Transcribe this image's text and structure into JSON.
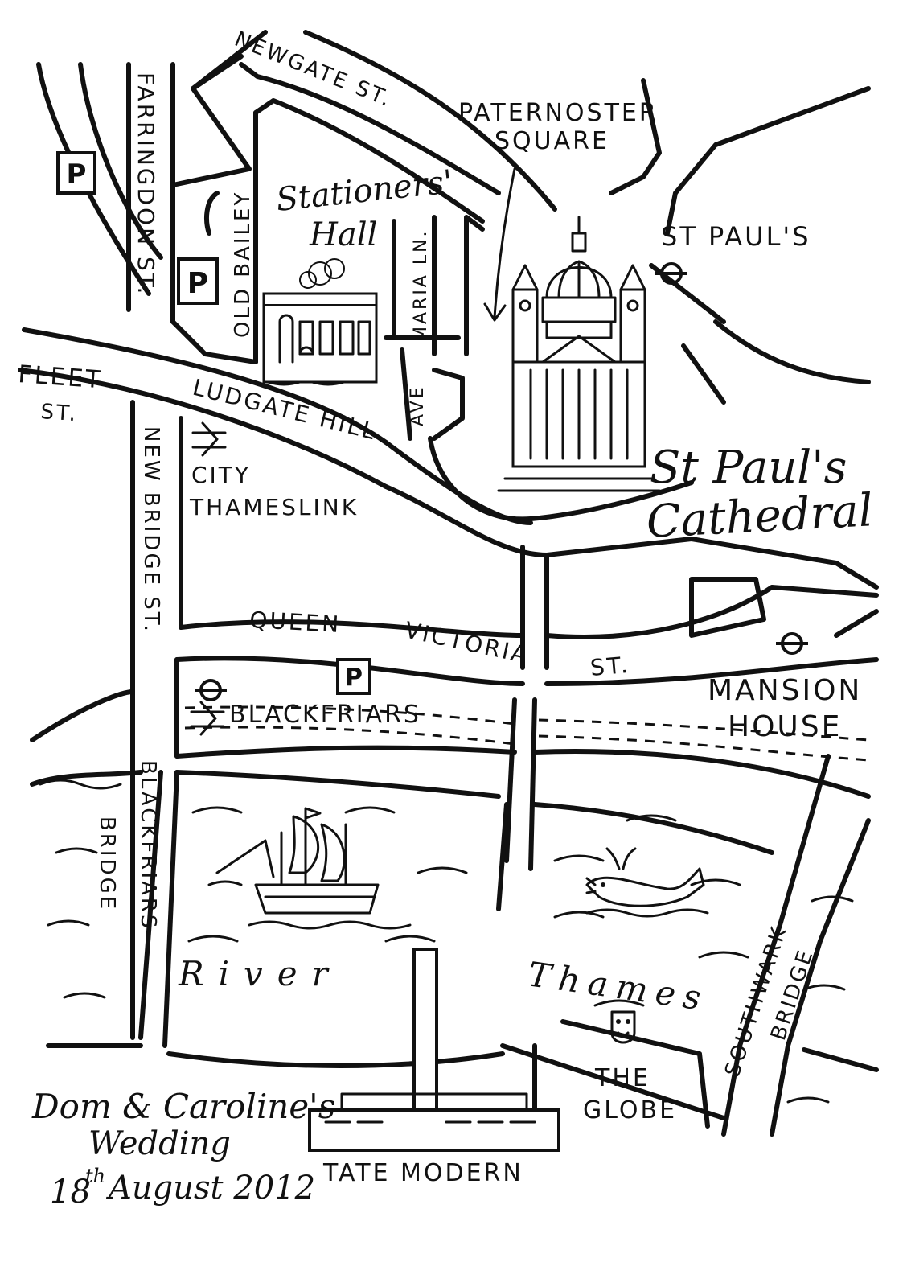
{
  "streets": {
    "newgate": "NEWGATE ST.",
    "farringdon": "FARRINGDON ST.",
    "old_bailey": "OLD BAILEY",
    "fleet_line1": "FLEET",
    "fleet_line2": "ST.",
    "ludgate": "LUDGATE HILL",
    "new_bridge": "NEW BRIDGE ST.",
    "maria_ln": "MARIA LN.",
    "ave": "AVE",
    "queen_victoria_1": "QUEEN",
    "queen_victoria_2": "VICTORIA",
    "queen_victoria_3": "ST."
  },
  "places": {
    "paternoster_line1": "PATERNOSTER",
    "paternoster_line2": "SQUARE",
    "stationers_line1": "Stationers'",
    "stationers_line2": "Hall",
    "st_pauls_station": "ST PAUL'S",
    "cathedral_line1": "St Paul's",
    "cathedral_line2": "Cathedral",
    "city_thameslink_line1": "CITY",
    "city_thameslink_line2": "THAMESLINK",
    "blackfriars": "BLACKFRIARS",
    "mansion_house_line1": "MANSION",
    "mansion_house_line2": "HOUSE",
    "blackfriars_bridge_1": "BLACKFRIARS",
    "blackfriars_bridge_2": "BRIDGE",
    "river_1": "River",
    "river_2": "Thames",
    "southwark_1": "SOUTHWARK",
    "southwark_2": "BRIDGE",
    "globe_line1": "THE",
    "globe_line2": "GLOBE",
    "tate": "TATE MODERN"
  },
  "parking": {
    "symbol": "P"
  },
  "wedding": {
    "line1": "Dom & Caroline's",
    "line2": "Wedding",
    "day": "18",
    "suffix": "th",
    "rest": "August 2012"
  },
  "icons": [
    "parking-icon",
    "underground-icon",
    "national-rail-icon",
    "theatre-mask-icon",
    "ship-icon",
    "whale-icon",
    "cathedral-icon",
    "hall-icon",
    "tate-modern-icon"
  ]
}
